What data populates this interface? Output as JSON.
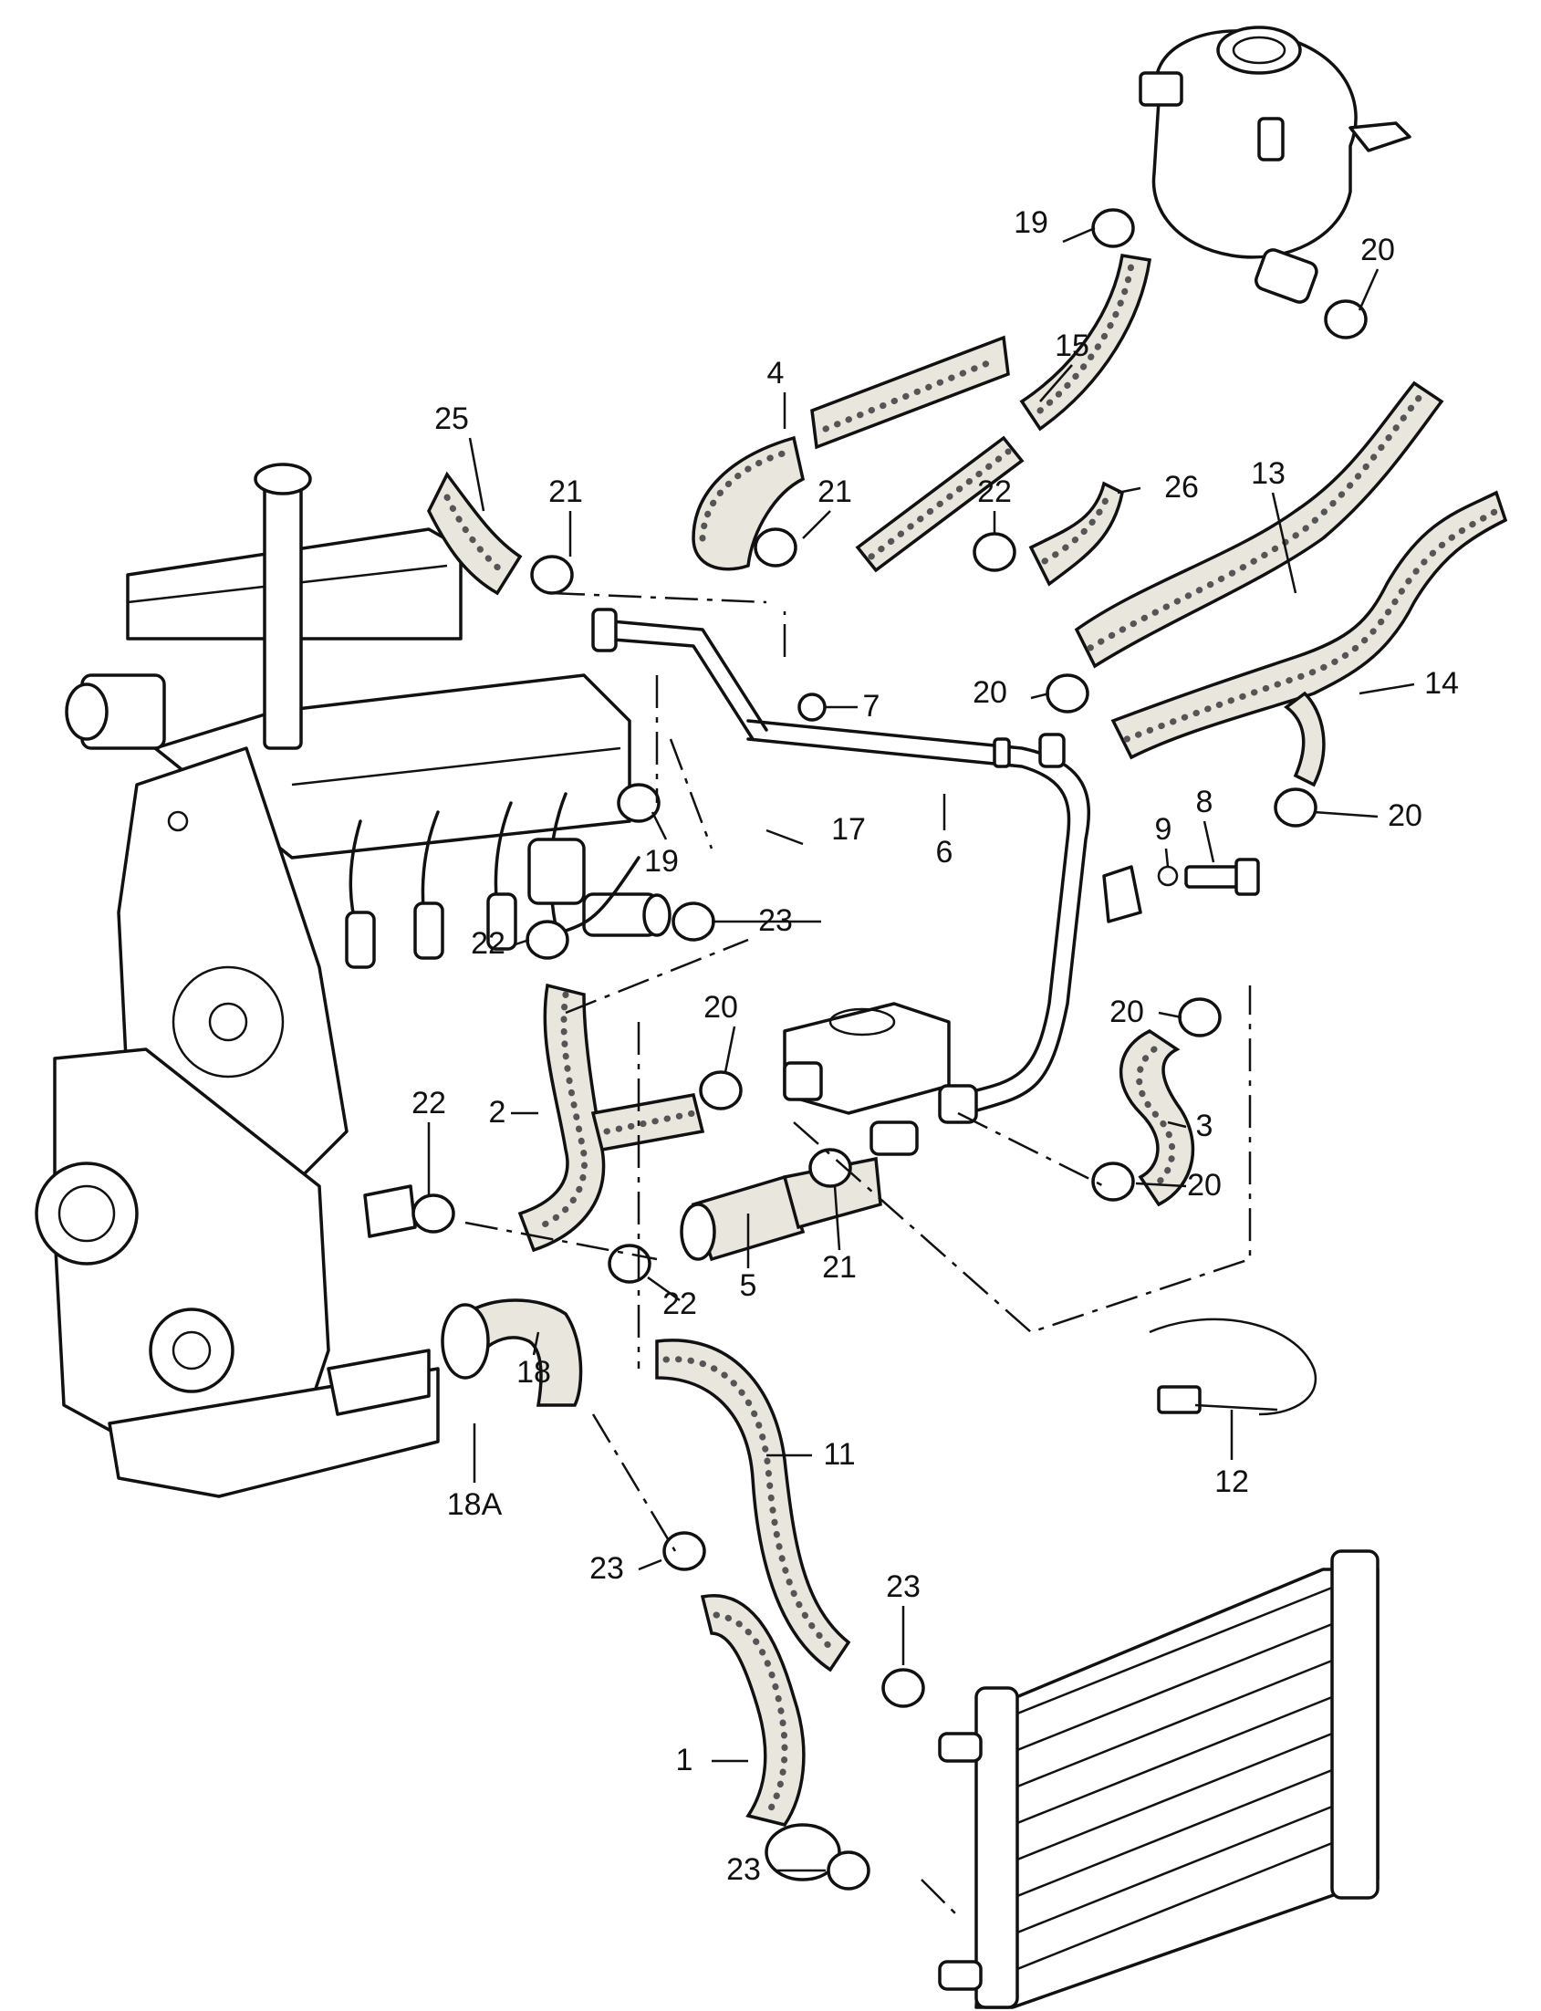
{
  "labels": {
    "p1": "1",
    "p2": "2",
    "p3": "3",
    "p4": "4",
    "p5": "5",
    "p6": "6",
    "p7": "7",
    "p8": "8",
    "p9": "9",
    "p11": "11",
    "p12": "12",
    "p13": "13",
    "p14": "14",
    "p15": "15",
    "p17": "17",
    "p18": "18",
    "p18a": "18A",
    "p19a": "19",
    "p19b": "19",
    "p20a": "20",
    "p20b": "20",
    "p20c": "20",
    "p20d": "20",
    "p20e": "20",
    "p20f": "20",
    "p21a": "21",
    "p21b": "21",
    "p21c": "21",
    "p22a": "22",
    "p22b": "22",
    "p22c": "22",
    "p22d": "22",
    "p23a": "23",
    "p23b": "23",
    "p23c": "23",
    "p23d": "23",
    "p25": "25",
    "p26": "26"
  }
}
